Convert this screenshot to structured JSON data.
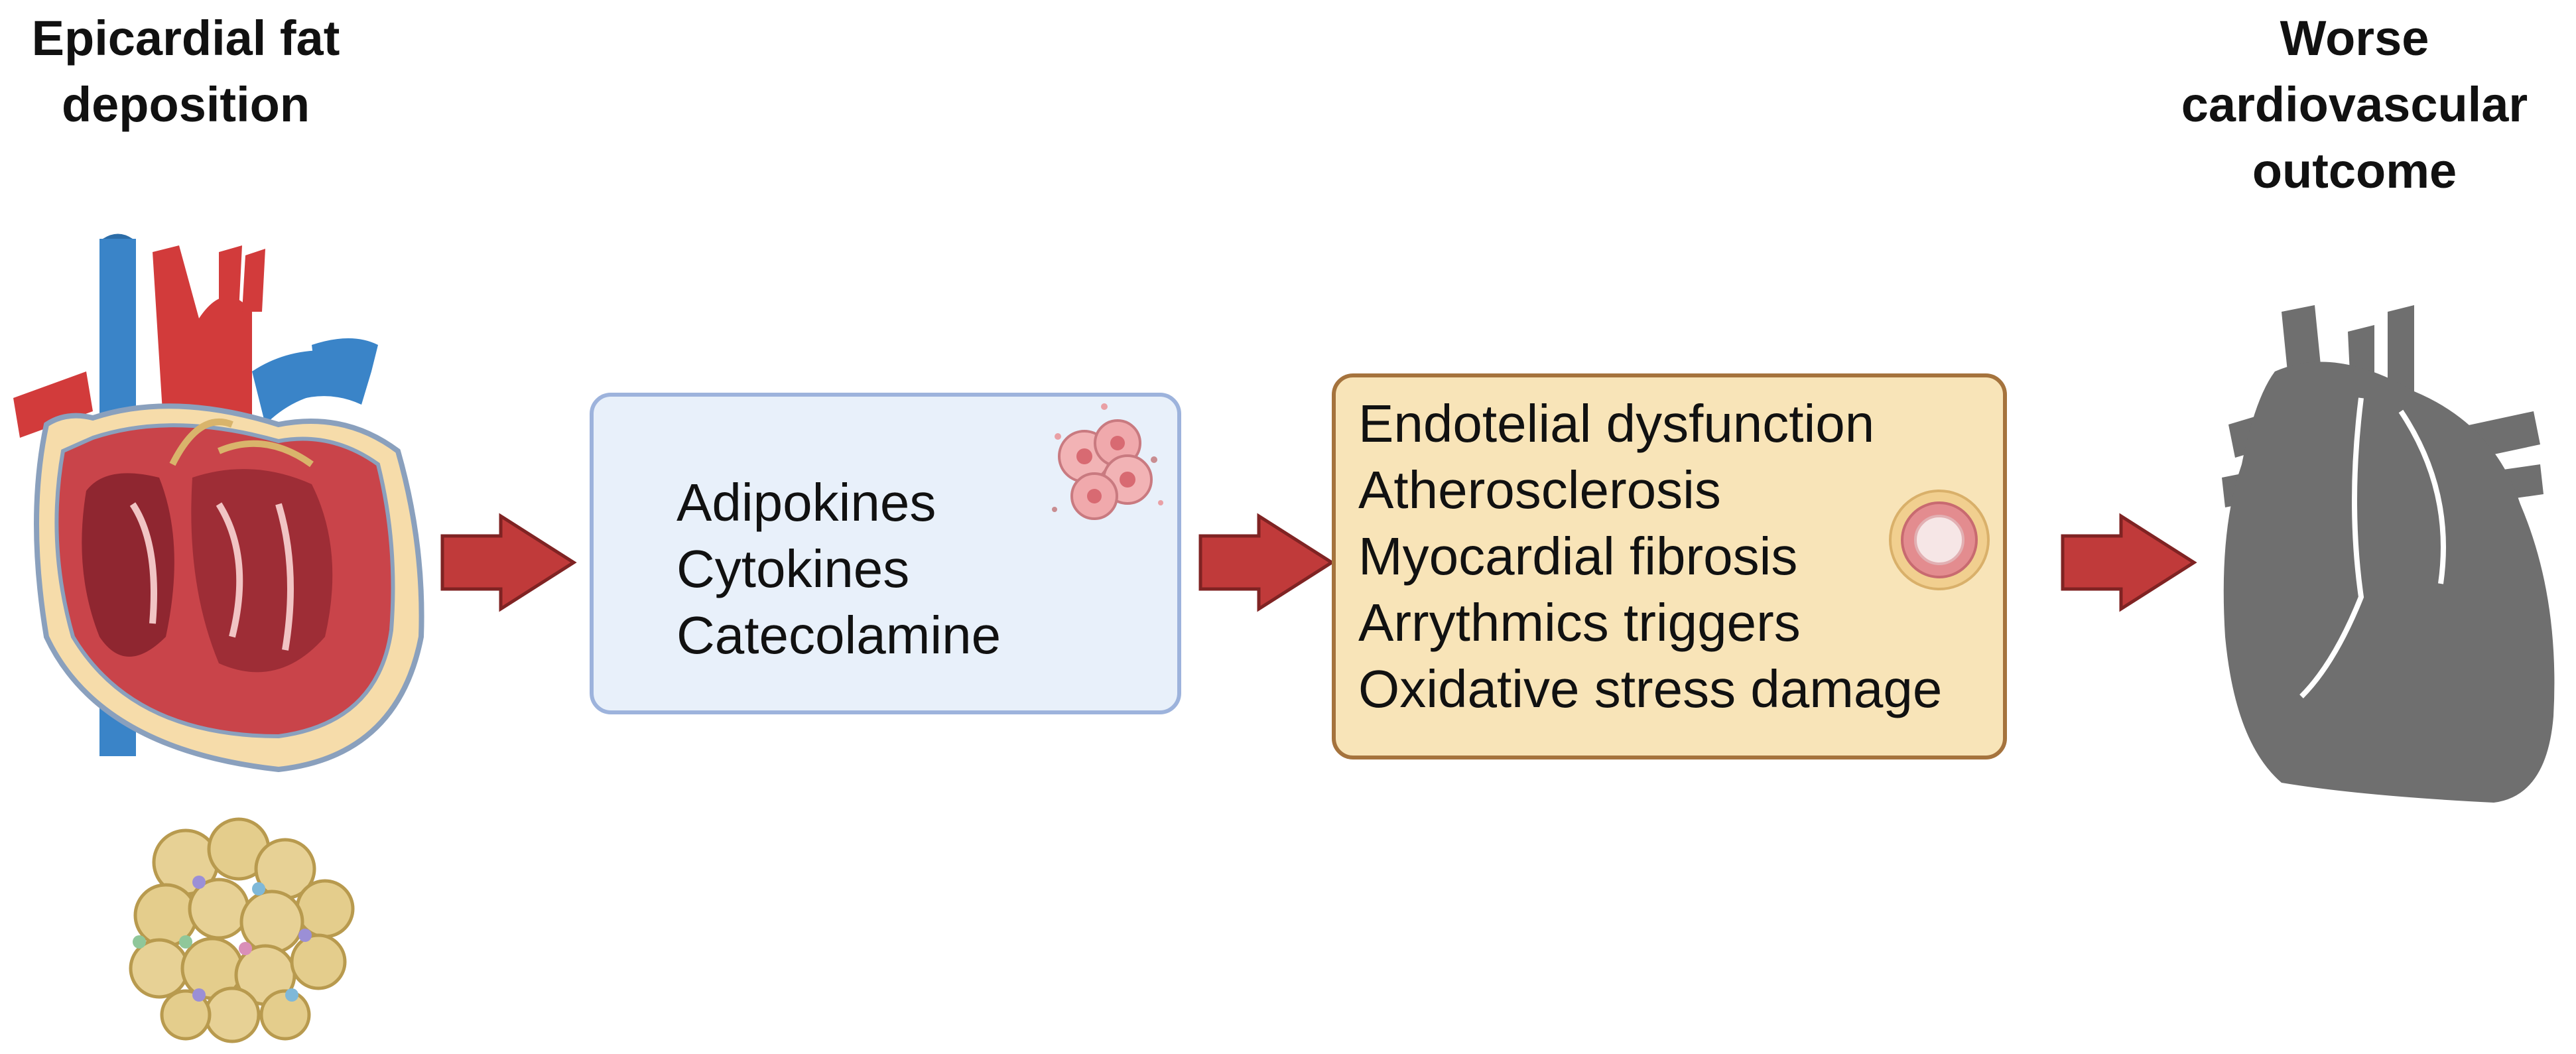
{
  "title_left": [
    "Epicardial fat",
    "deposition"
  ],
  "title_right": [
    "Worse",
    "cardiovascular",
    "outcome"
  ],
  "mediators": [
    "Adipokines",
    "Cytokines",
    "Catecolamine"
  ],
  "effects": [
    "Endotelial dysfunction",
    "Atherosclerosis",
    "Myocardial fibrosis",
    "Arrythmics triggers",
    "Oxidative stress damage"
  ],
  "icons": [
    "heart-with-epicardial-fat-icon",
    "adipose-tissue-icon",
    "secretory-cell-icon",
    "vessel-cross-section-icon",
    "gray-heart-icon",
    "arrow-icon"
  ],
  "colors": {
    "arrow": "#c03a3a",
    "mediator_box": "#e8f0fa",
    "effect_box": "#f8e4b8",
    "heart_gray": "#6f6f6f"
  }
}
